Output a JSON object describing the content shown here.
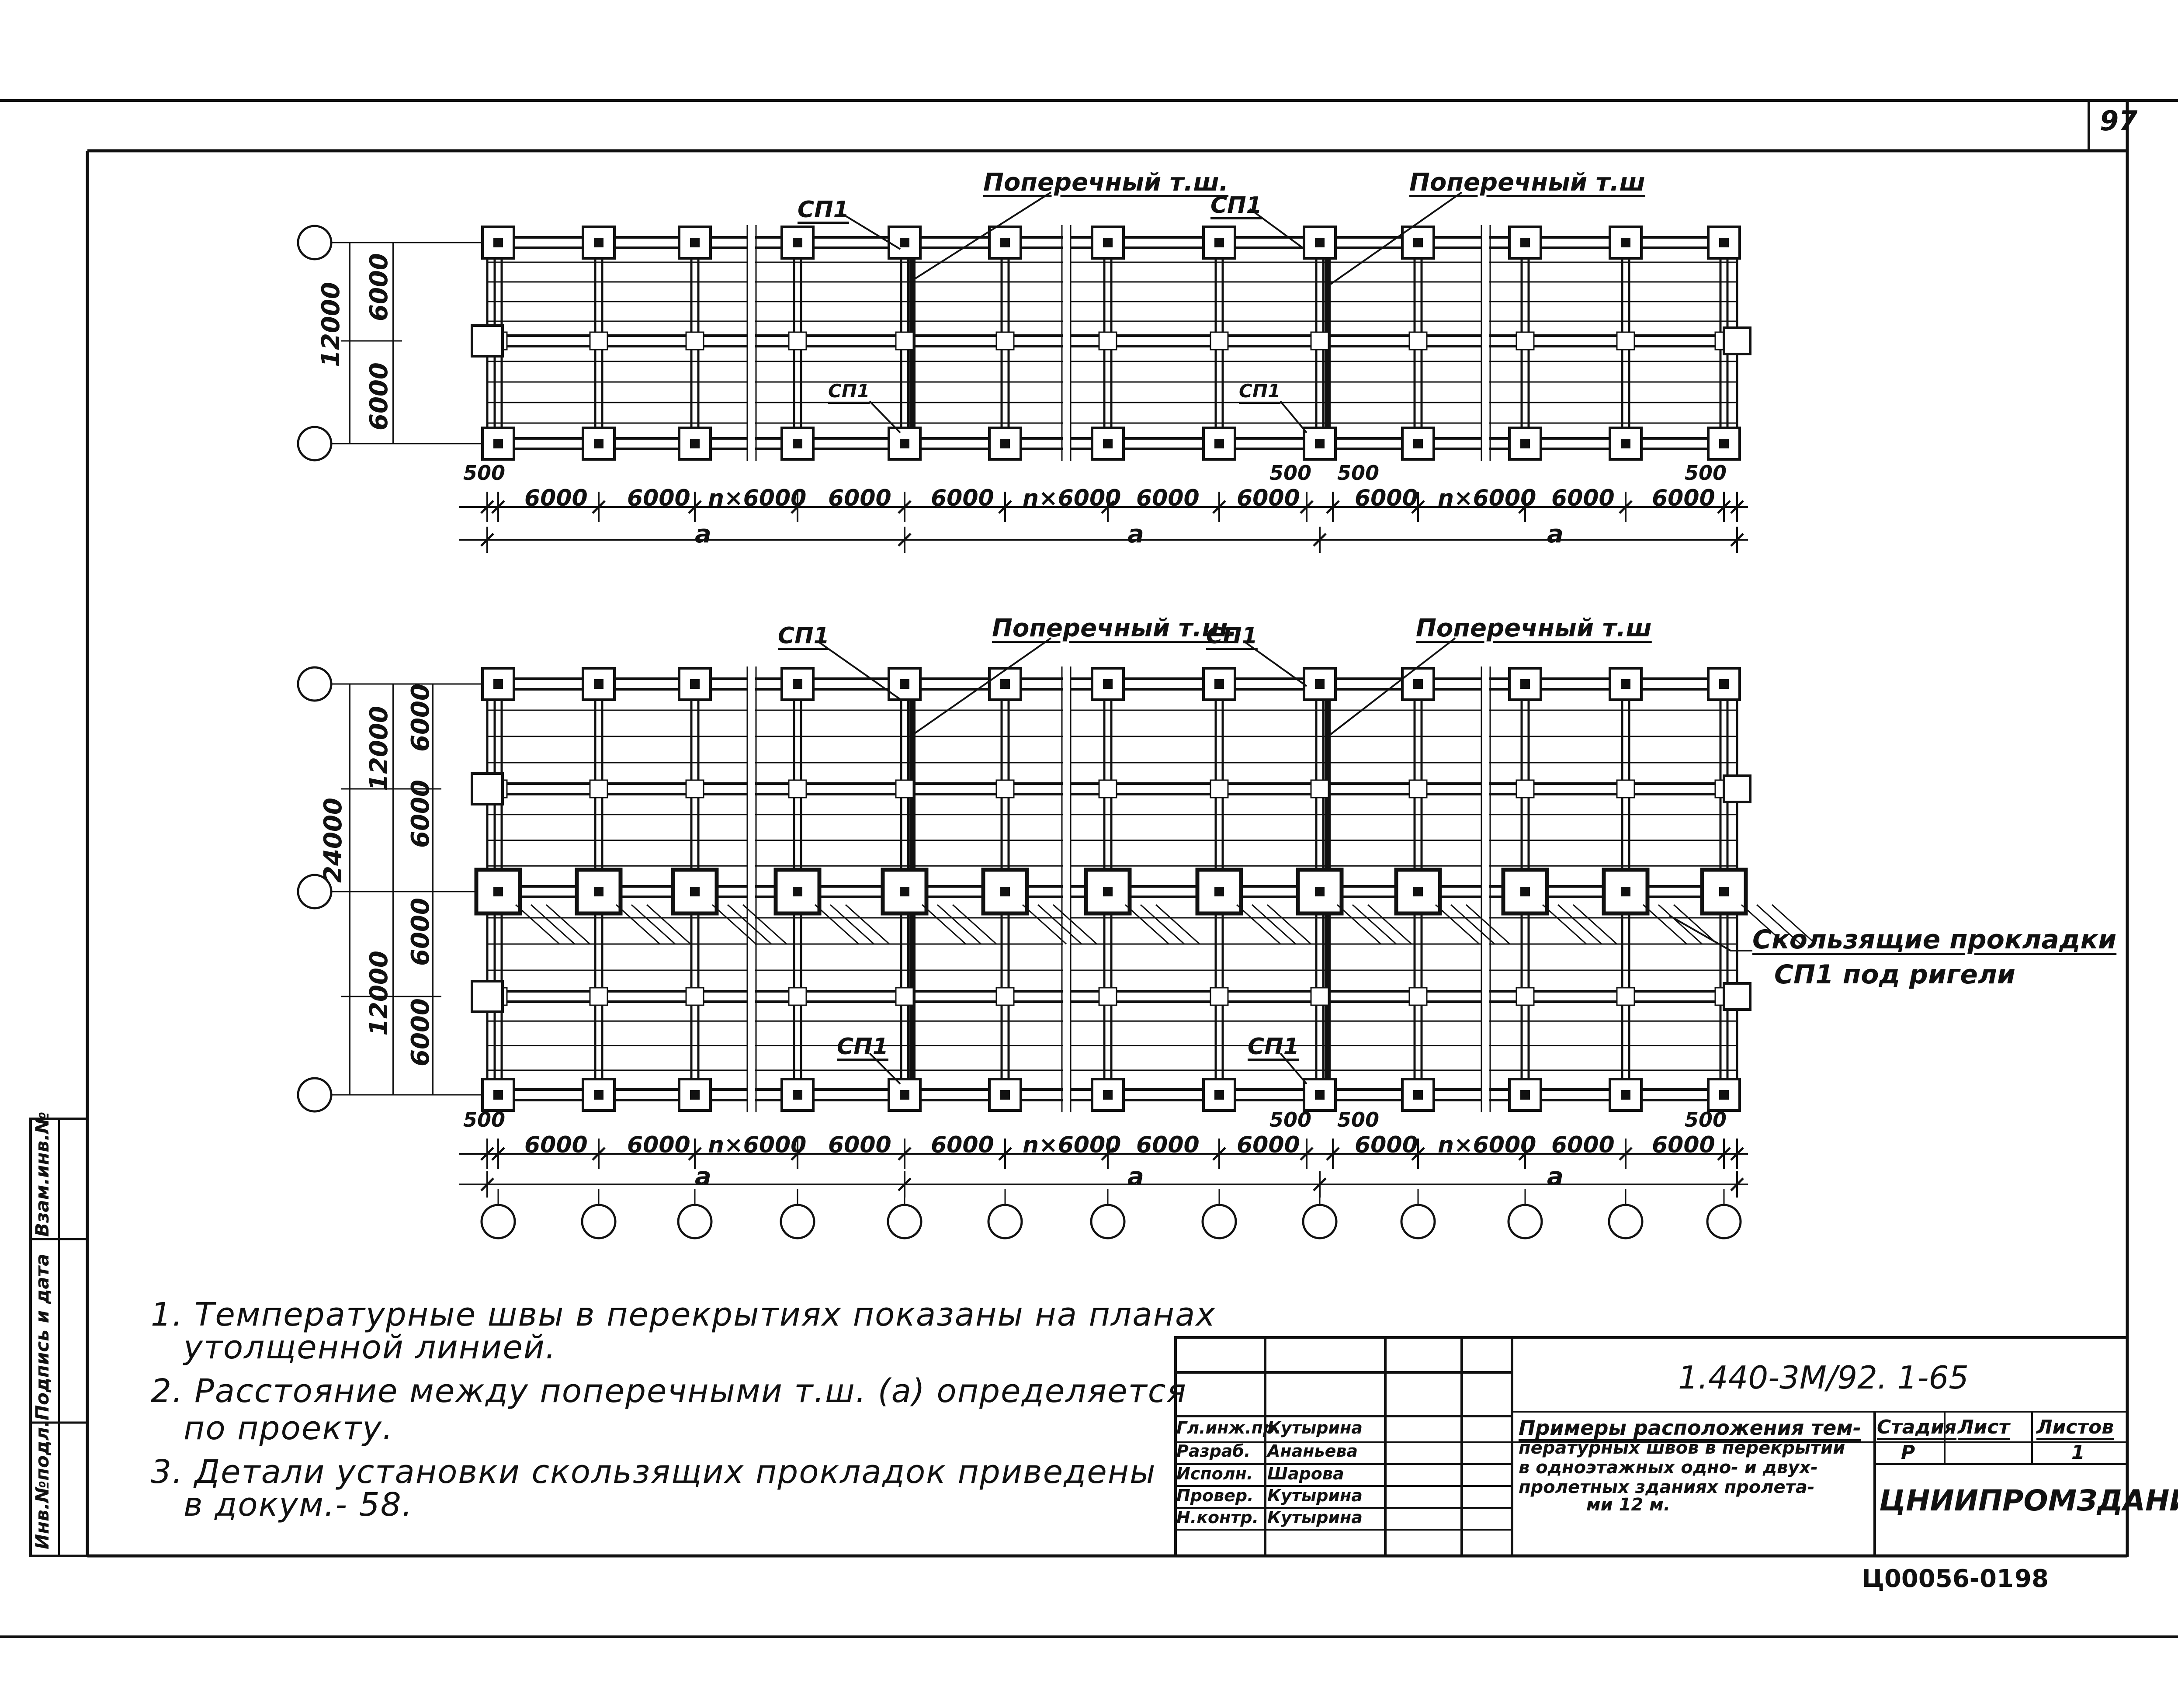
{
  "sheet": {
    "page_number": "97",
    "document_code": "1.440-3М/92. 1-65",
    "drawing_title": [
      "Примеры расположения тем-",
      "пературных швов в перекрытии",
      "в одноэтажных одно- и двух-",
      "пролетных зданиях пролета-",
      "ми 12 м."
    ],
    "organization": "ЦНИИПРОМЗДАНИЙ",
    "stamp_headers": {
      "stage_label": "Стадия",
      "sheet_label": "Лист",
      "sheets_label": "Листов"
    },
    "stamp_values": {
      "stage": "Р",
      "sheet": "",
      "sheets": "1"
    },
    "signature_rows": [
      {
        "role": "Гл.инж.пр.",
        "name": "Кутырина"
      },
      {
        "role": "Разраб.",
        "name": "Ананьева"
      },
      {
        "role": "Исполн.",
        "name": "Шарова"
      },
      {
        "role": "Провер.",
        "name": "Кутырина"
      },
      {
        "role": "Н.контр.",
        "name": "Кутырина"
      }
    ],
    "side_stamp": [
      "Инв.№подл.",
      "Подпись и дата",
      "Взам.инв.№"
    ],
    "archive_code": "Ц00056-01",
    "archive_number": "98"
  },
  "plan1": {
    "labels": {
      "transverse_joint_1": "Поперечный т.ш.",
      "transverse_joint_2": "Поперечный т.ш",
      "sp1_top_left": "СП1",
      "sp1_top_right": "СП1",
      "sp1_bottom_left": "СП1",
      "sp1_bottom_right": "СП1"
    },
    "left_dims": {
      "total": "12000",
      "upper": "6000",
      "lower": "6000"
    },
    "bottom_dims": [
      "500",
      "6000",
      "6000",
      "n×6000",
      "6000",
      "6000",
      "n×6000",
      "6000",
      "6000",
      "500",
      "500",
      "6000",
      "n×6000",
      "6000",
      "6000",
      "500"
    ],
    "span_labels": [
      "a",
      "a",
      "a"
    ]
  },
  "plan2": {
    "labels": {
      "transverse_joint_1": "Поперечный т.ш.",
      "transverse_joint_2": "Поперечный т.ш",
      "sp1_top_left": "СП1",
      "sp1_top_right": "СП1",
      "sp1_bottom_left": "СП1",
      "sp1_bottom_right": "СП1",
      "sliding_pads_1": "Скользящие прокладки",
      "sliding_pads_2": "СП1 под ригели"
    },
    "left_dims": {
      "total": "24000",
      "upper_half": "12000",
      "lower_half": "12000",
      "sub1": "6000",
      "sub2": "6000",
      "sub3": "6000",
      "sub4": "6000"
    },
    "bottom_dims": [
      "500",
      "6000",
      "6000",
      "n×6000",
      "6000",
      "6000",
      "n×6000",
      "6000",
      "6000",
      "500",
      "500",
      "6000",
      "n×6000",
      "6000",
      "6000",
      "500"
    ],
    "span_labels": [
      "a",
      "a",
      "a"
    ]
  },
  "notes": [
    "1. Температурные швы в перекрытиях показаны на планах",
    "утолщенной линией.",
    "2. Расстояние между поперечными т.ш. (a) определяется",
    "по проекту.",
    "3. Детали установки скользящих прокладок приведены",
    "в докум.- 58."
  ]
}
